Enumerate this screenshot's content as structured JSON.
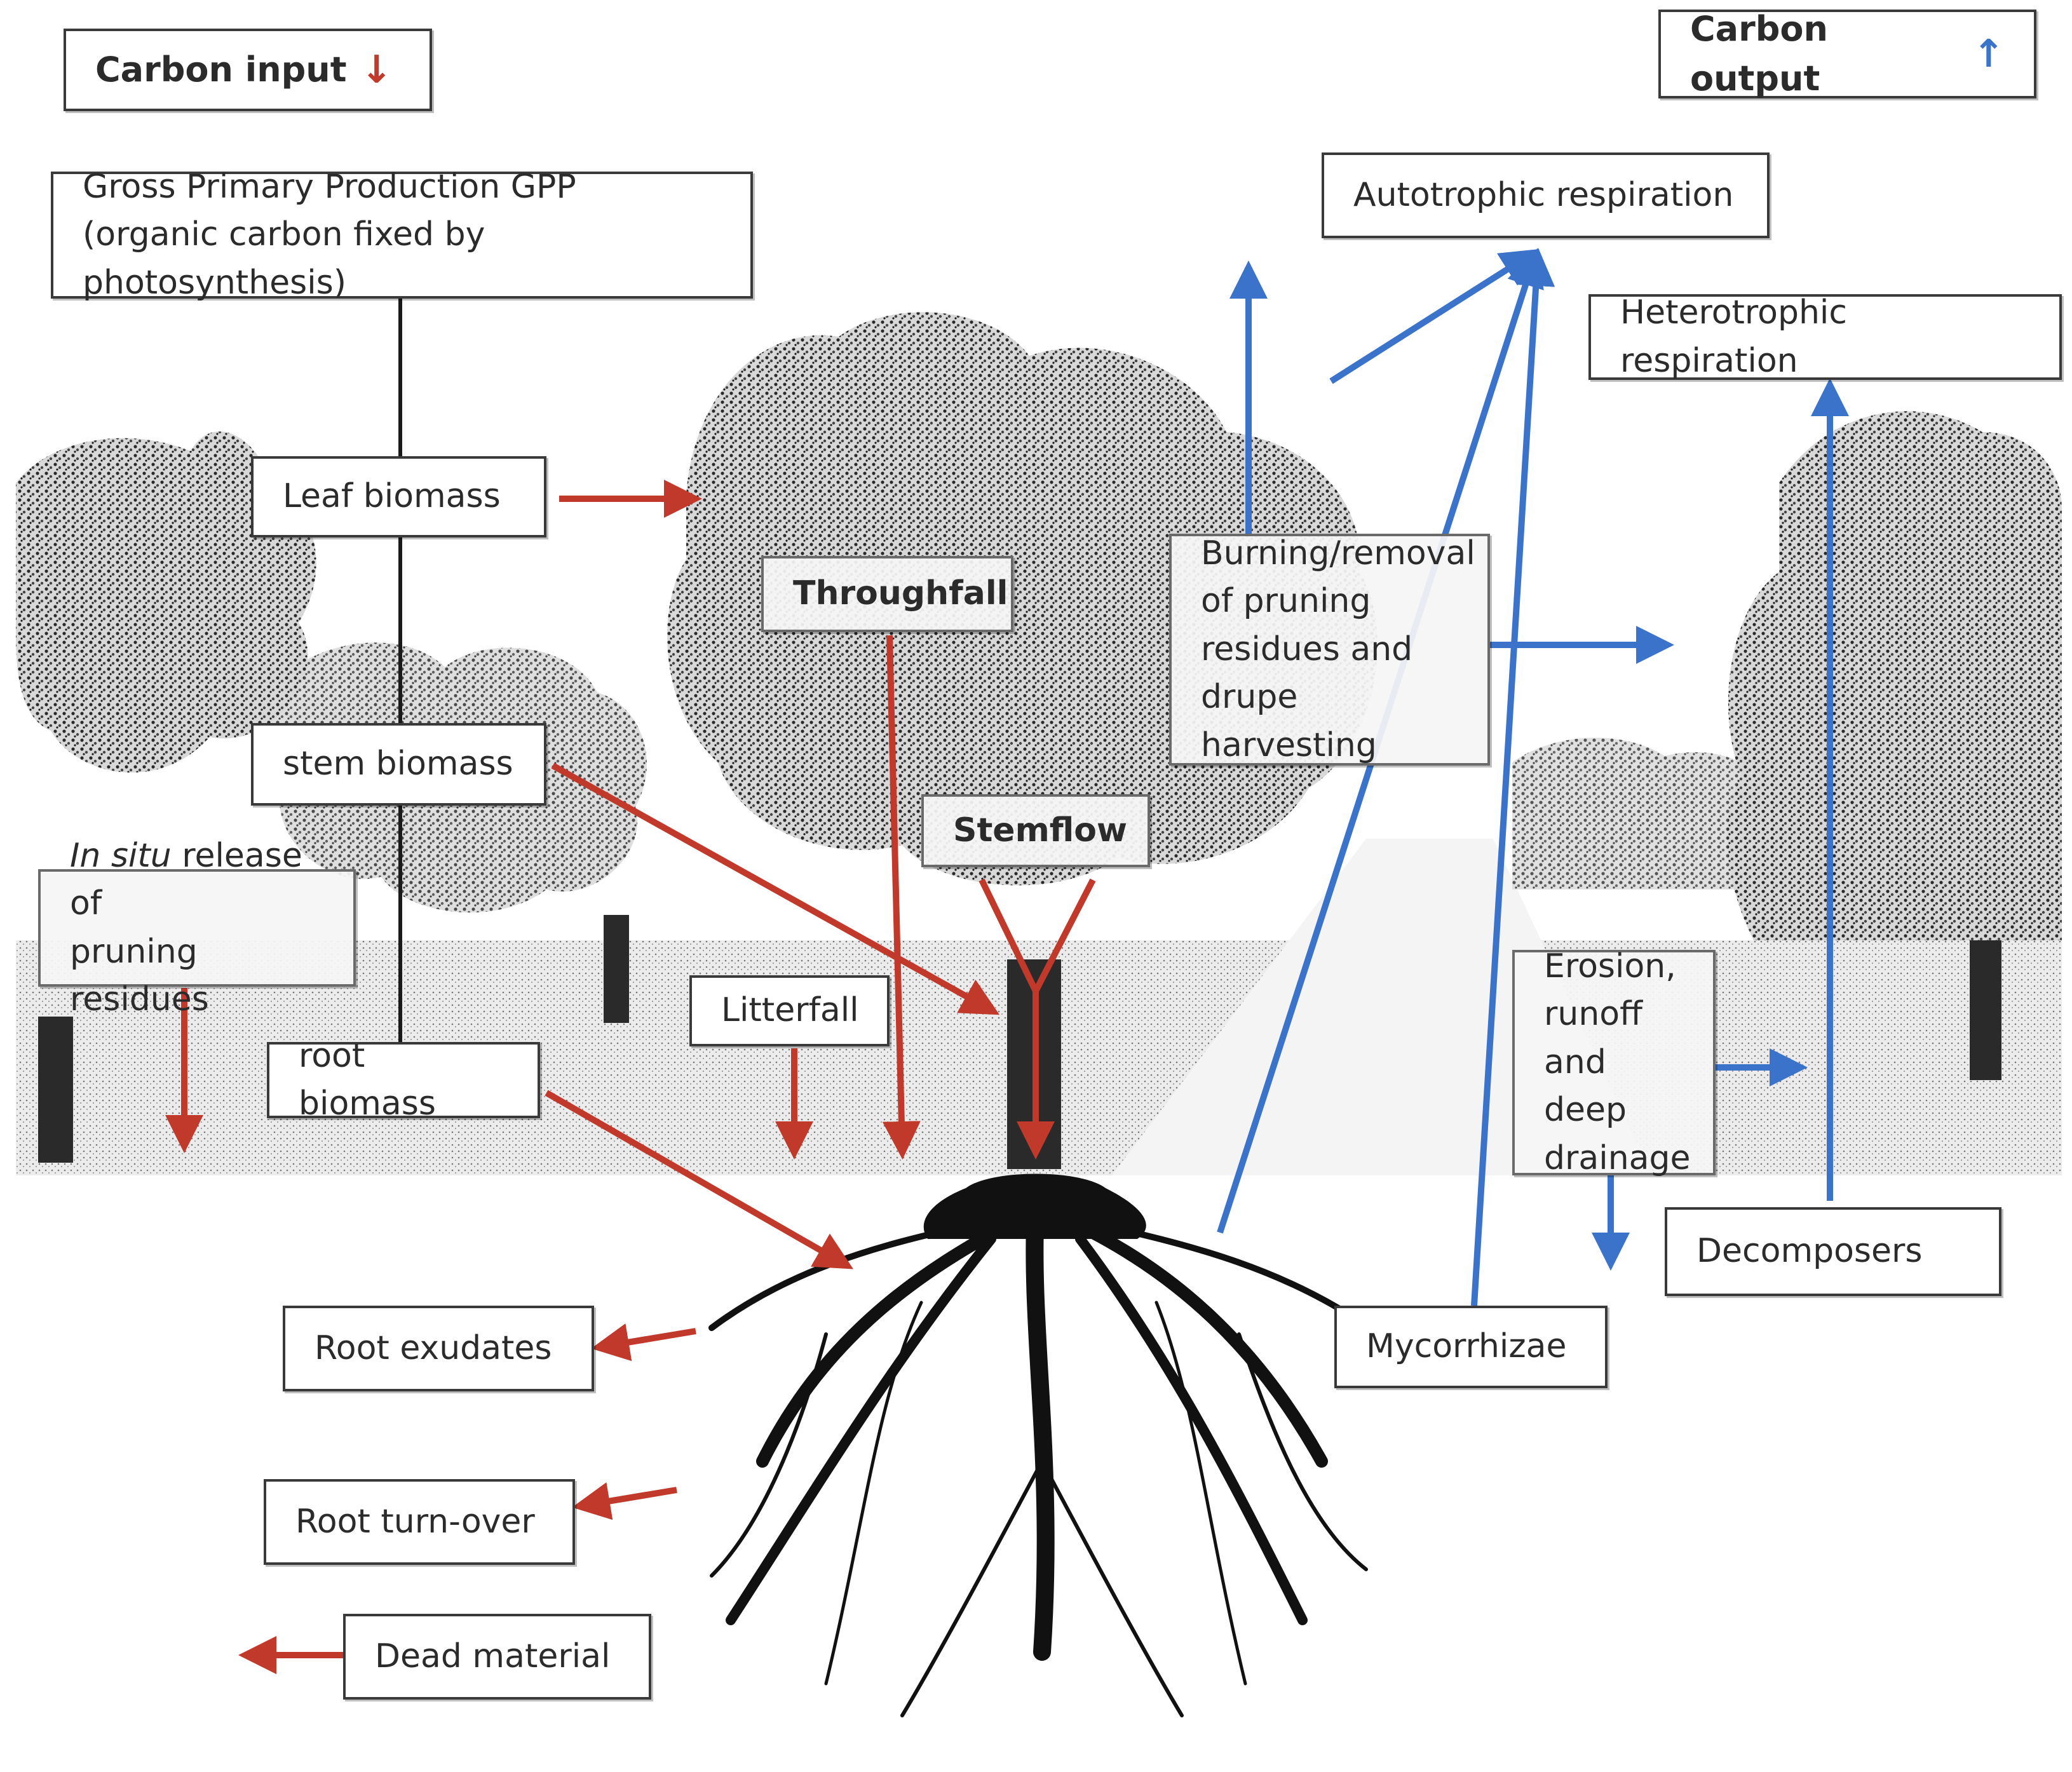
{
  "headers": {
    "input": {
      "label": "Carbon input",
      "glyph": "↓",
      "color": "#c0392b"
    },
    "output": {
      "label": "Carbon output",
      "glyph": "↑",
      "color": "#3a73c9"
    }
  },
  "colors": {
    "input_arrow": "#c0392b",
    "output_arrow": "#3a73c9",
    "ground": "#1e1e1e"
  },
  "boxes": {
    "gpp": {
      "line1": "Gross Primary Production GPP",
      "line2": "(organic carbon fixed by photosynthesis)"
    },
    "leaf_biomass": "Leaf biomass",
    "stem_biomass": "stem biomass",
    "root_biomass": "root biomass",
    "in_situ": {
      "italic": "In situ",
      "rest": " release of",
      "line2": "pruning residues"
    },
    "throughfall": "Throughfall",
    "stemflow": "Stemflow",
    "litterfall": "Litterfall",
    "burning": {
      "line1": "Burning/removal",
      "line2": "of pruning",
      "line3": "residues and",
      "line4": "drupe harvesting"
    },
    "autotrophic": "Autotrophic respiration",
    "heterotrophic": "Heterotrophic respiration",
    "erosion": {
      "line1": "Erosion,",
      "line2": "runoff",
      "line3": "and deep",
      "line4": "drainage"
    },
    "decomposers": "Decomposers",
    "mycorrhizae": "Mycorrhizae",
    "root_exudates": "Root exudates",
    "root_turnover": "Root turn-over",
    "dead_material": "Dead material"
  }
}
